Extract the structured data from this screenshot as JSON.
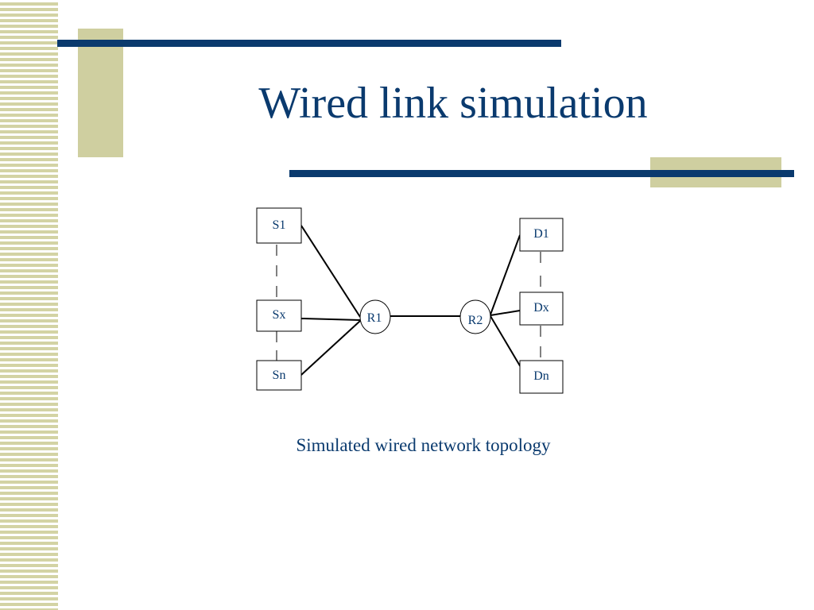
{
  "slide": {
    "title": "Wired link simulation",
    "caption": "Simulated wired network topology"
  },
  "colors": {
    "title": "#0a3a6e",
    "rule": "#0a3a6e",
    "accent": "#cfcfa0",
    "stripe": "#d3d3a4",
    "node_border": "#000000"
  },
  "diagram": {
    "sources": [
      "S1",
      "Sx",
      "Sn"
    ],
    "routers": [
      "R1",
      "R2"
    ],
    "destinations": [
      "D1",
      "Dx",
      "Dn"
    ]
  }
}
